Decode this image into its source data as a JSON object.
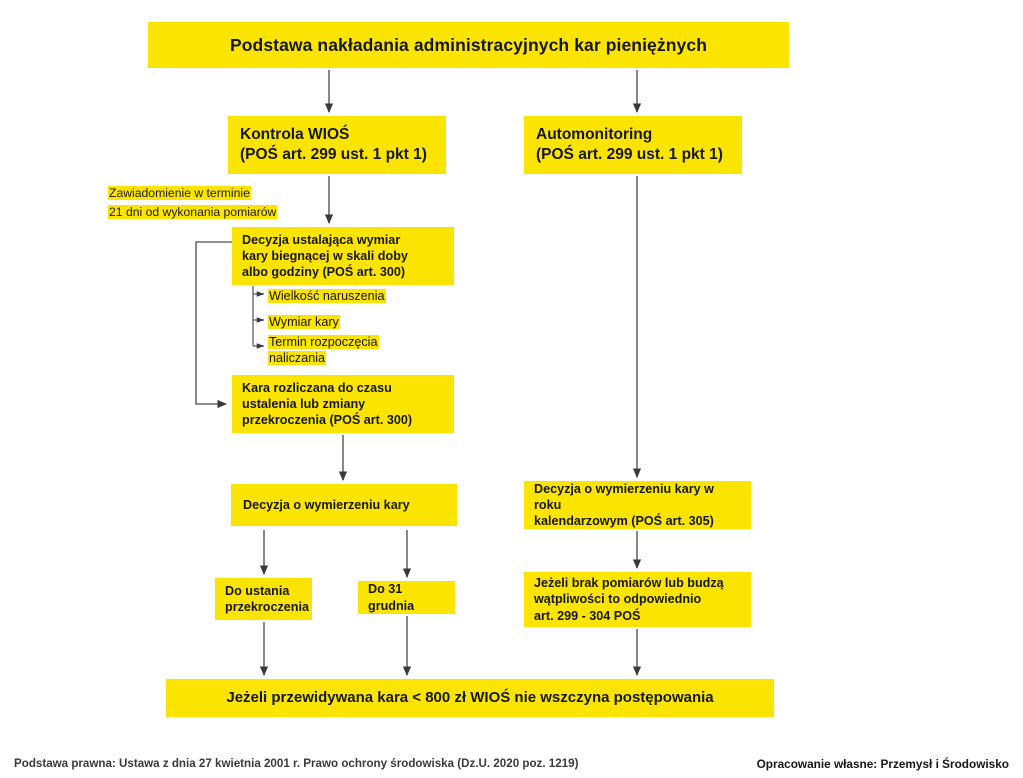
{
  "page": {
    "background": "#ffffff",
    "highlight_color": "#fbe500",
    "text_color": "#17161a",
    "line_color": "#58585a"
  },
  "title": {
    "text": "Podstawa nakładania administracyjnych kar pieniężnych"
  },
  "branches": {
    "left": {
      "source": {
        "line1": "Kontrola WIOŚ",
        "line2": "(POŚ art. 299 ust. 1 pkt 1)"
      },
      "note": {
        "line1": "Zawiadomienie w terminie",
        "line2": "21 dni od wykonania pomiarów"
      },
      "decision": {
        "line1": "Decyzja ustalająca wymiar",
        "line2": "kary biegnącej w skali doby",
        "line3": "albo godziny (POŚ art. 300)"
      },
      "decision_components": [
        "Wielkość naruszenia",
        "Wymiar kary",
        "Termin rozpoczęcia naliczania"
      ],
      "settlement": {
        "line1": "Kara rozliczana do czasu",
        "line2": "ustalenia lub zmiany",
        "line3": "przekroczenia (POŚ art. 300)"
      },
      "penalty_decision": {
        "line1": "Decyzja o wymierzeniu kary"
      },
      "outcomes": [
        {
          "line1": "Do ustania",
          "line2": "przekroczenia"
        },
        {
          "line1": "Do 31 grudnia",
          "line2": ""
        }
      ]
    },
    "right": {
      "source": {
        "line1": "Automonitoring",
        "line2": "(POŚ art. 299 ust. 1 pkt 1)"
      },
      "penalty_decision": {
        "line1": "Decyzja o wymierzeniu kary w roku",
        "line2": "kalendarzowym (POŚ art. 305)"
      },
      "fallback": {
        "line1": "Jeżeli brak pomiarów lub budzą",
        "line2": "wątpliwości to odpowiednio",
        "line3": "art. 299 - 304 POŚ"
      }
    }
  },
  "conclusion": {
    "text": "Jeżeli przewidywana kara < 800 zł WIOŚ nie wszczyna postępowania"
  },
  "footer": {
    "legal_basis": "Podstawa prawna: Ustawa z dnia 27 kwietnia 2001 r. Prawo ochrony środowiska (Dz.U. 2020 poz. 1219)",
    "credit": "Opracowanie własne: Przemysł i Środowisko"
  }
}
